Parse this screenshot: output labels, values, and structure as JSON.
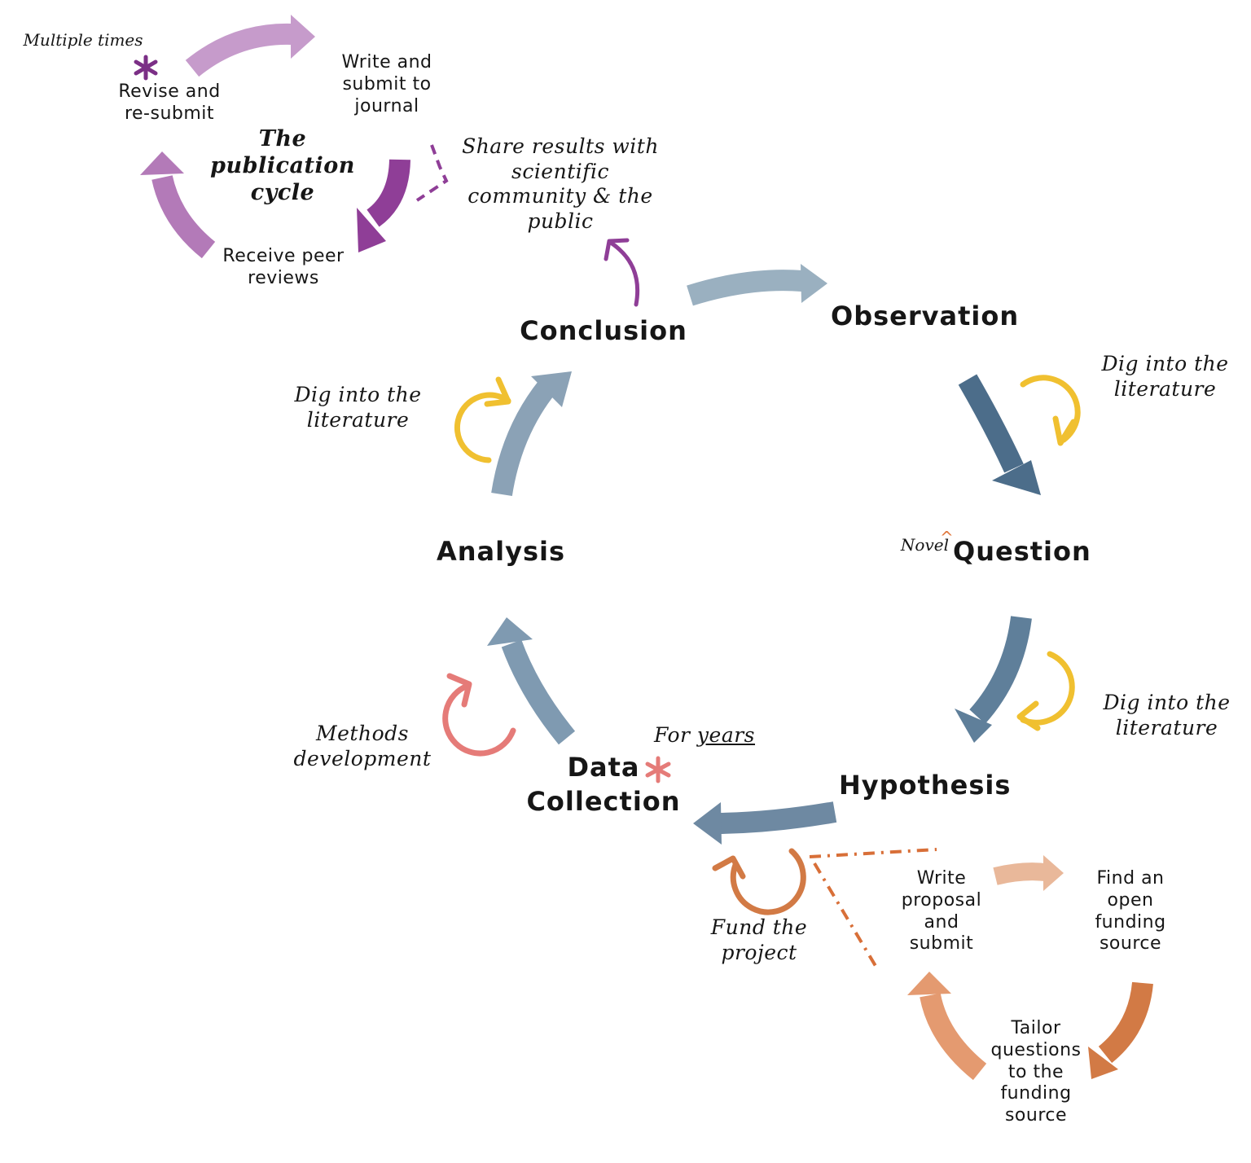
{
  "colors": {
    "steel_light": "#9ab0c0",
    "steel_mid": "#8ba2b6",
    "steel_dark": "#4c6d8a",
    "steel_arrow": "#5f7f9a",
    "literature_yellow": "#f0c030",
    "methods_pink": "#e57b78",
    "purple_light": "#c69bcb",
    "purple_mid": "#b37ab8",
    "purple_dark": "#8f3e97",
    "purple_accent": "#7b2f86",
    "orange_dark": "#d27a45",
    "orange_light": "#e9b89a",
    "orange_mid": "#e49a70",
    "orange_accent": "#d86f38"
  },
  "cycle": {
    "observation": "Observation",
    "question_prefix": "Novel",
    "question": "Question",
    "hypothesis": "Hypothesis",
    "data_collection": "Data\nCollection",
    "analysis": "Analysis",
    "conclusion": "Conclusion"
  },
  "literature_loops": {
    "after_observation": "Dig into the\nliterature",
    "after_question": "Dig into the\nliterature",
    "before_conclusion": "Dig into the\nliterature"
  },
  "methods_loop": "Methods\ndevelopment",
  "duration_note": {
    "prefix": "For ",
    "emphasis": "years"
  },
  "publication": {
    "title": "The\npublication\ncycle",
    "write_submit": "Write and\nsubmit to\njournal",
    "receive_reviews": "Receive peer\nreviews",
    "revise": "Revise and\nre-submit",
    "multiple_note": "Multiple times",
    "share_results": "Share results with\nscientific\ncommunity & the\npublic"
  },
  "funding": {
    "fund_project": "Fund the\nproject",
    "write_proposal": "Write\nproposal\nand\nsubmit",
    "find_source": "Find an\nopen\nfunding\nsource",
    "tailor_questions": "Tailor\nquestions\nto the\nfunding\nsource"
  }
}
